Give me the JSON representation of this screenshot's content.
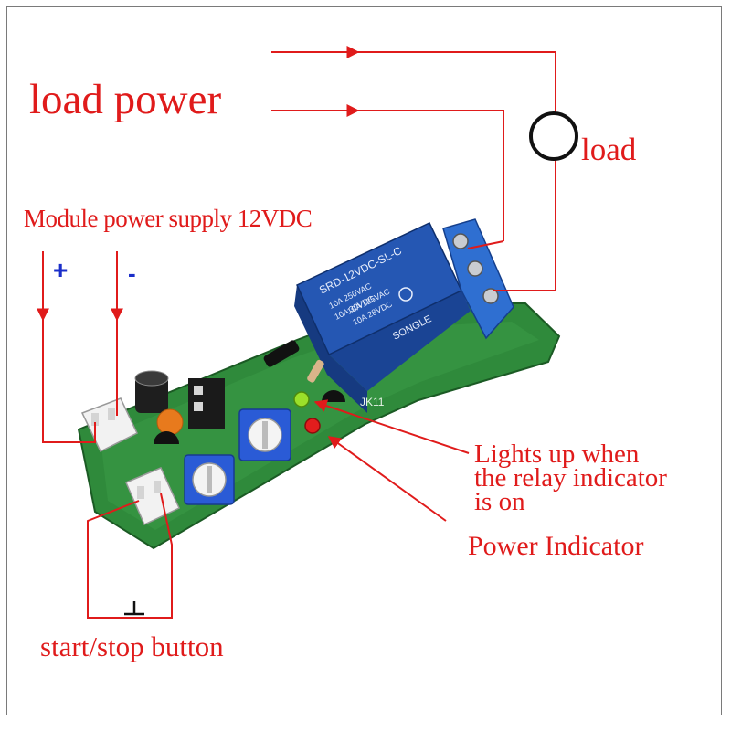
{
  "labels": {
    "load_power": "load power",
    "load": "load",
    "module_supply": "Module power supply 12VDC",
    "plus": "+",
    "minus": "-",
    "relay_indicator_line1": "Lights up when",
    "relay_indicator_line2": "the relay indicator",
    "relay_indicator_line3": "is on",
    "power_indicator": "Power Indicator",
    "start_stop": "start/stop button"
  },
  "relay_markings": {
    "brand": "SONGLE",
    "model": "SRD-12VDC-SL-C",
    "rating_1": "10A 250VAC",
    "rating_2": "10A 30VDC",
    "rating_3": "10A 125VAC",
    "rating_4": "10A 28VDC"
  },
  "board_marking": "JK11",
  "colors": {
    "annotation": "#e01b1b",
    "polarity": "#1a2ec9",
    "pcb": "#2f8a3b",
    "relay": "#1f4fa6",
    "terminal": "#2f6fd1"
  }
}
